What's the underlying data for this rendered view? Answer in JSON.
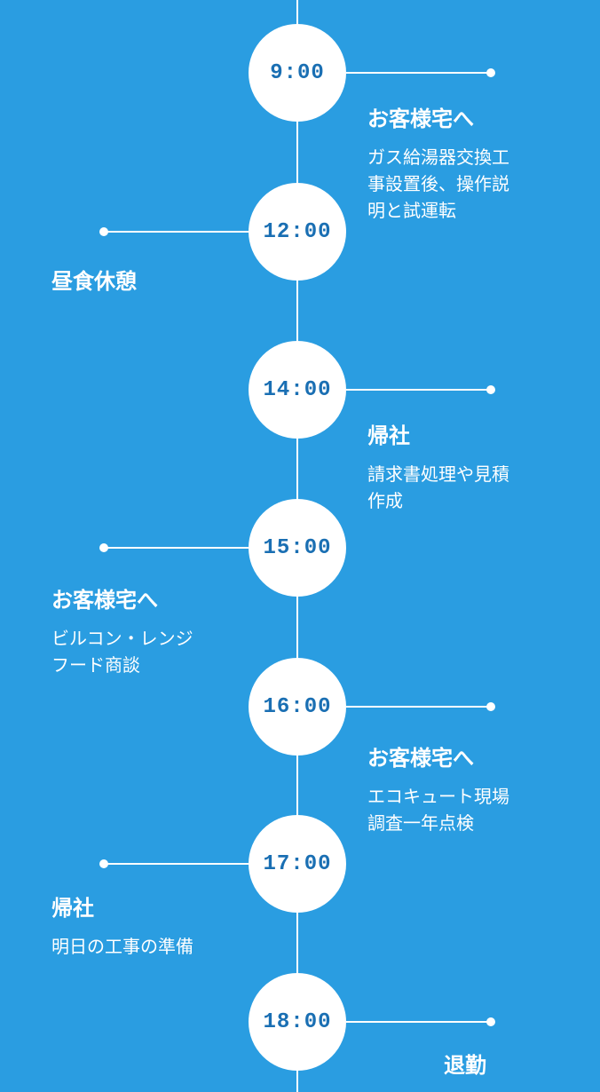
{
  "timeline": [
    {
      "time": "9:00",
      "title": "お客様宅へ",
      "description": "ガス給湯器交換工\n事設置後、操作説\n明と試運転"
    },
    {
      "time": "12:00",
      "title": "昼食休憩",
      "description": ""
    },
    {
      "time": "14:00",
      "title": "帰社",
      "description": "請求書処理や見積\n作成"
    },
    {
      "time": "15:00",
      "title": "お客様宅へ",
      "description": "ビルコン・レンジ\nフード商談"
    },
    {
      "time": "16:00",
      "title": "お客様宅へ",
      "description": "エコキュート現場\n調査一年点検"
    },
    {
      "time": "17:00",
      "title": "帰社",
      "description": "明日の工事の準備"
    },
    {
      "time": "18:00",
      "title": "退勤",
      "description": ""
    }
  ]
}
